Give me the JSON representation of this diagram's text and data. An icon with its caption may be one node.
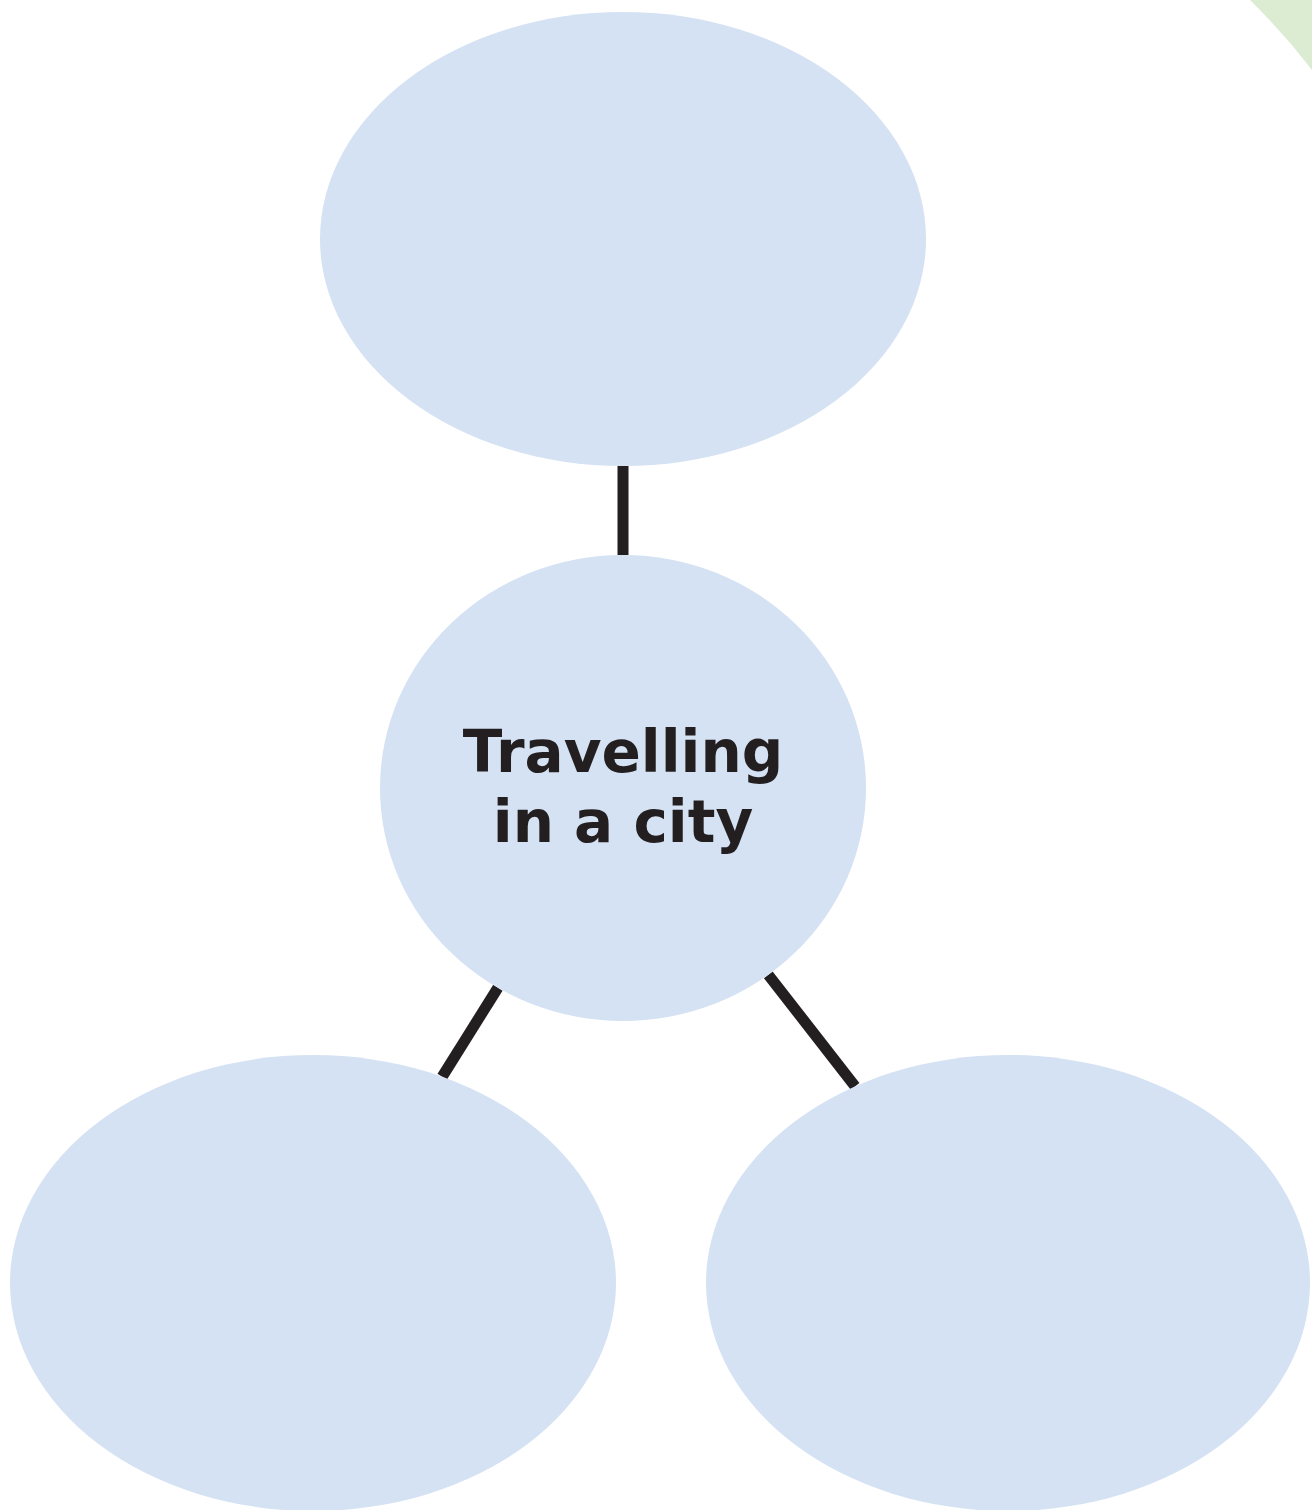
{
  "diagram": {
    "nodes": [
      {
        "text": [],
        "shape": "ellipse"
      },
      {
        "text": [
          "Travelling in a city"
        ]
      },
      {
        "text": [],
        "shape": "ellipse"
      },
      {
        "text": [],
        "shape": "ellipse"
      }
    ],
    "edges": [
      {
        "from": 1,
        "to": 0,
        "arrow": "none"
      },
      {
        "from": 1,
        "to": 2,
        "arrow": "none"
      },
      {
        "from": 1,
        "to": 3,
        "arrow": "none"
      }
    ]
  }
}
